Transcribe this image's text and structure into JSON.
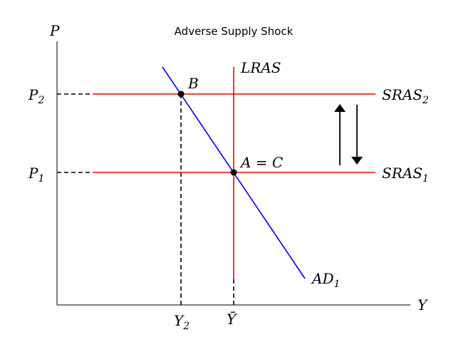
{
  "title": "Adverse Supply Shock",
  "axes": {
    "y_label": "P",
    "x_label": "Y"
  },
  "price_labels": {
    "p2": "P",
    "p2_sub": "2",
    "p1": "P",
    "p1_sub": "1"
  },
  "output_labels": {
    "y2": "Y",
    "y2_sub": "2",
    "ybar": "Ȳ"
  },
  "curves": {
    "lras": "LRAS",
    "sras2": "SRAS",
    "sras2_sub": "2",
    "sras1": "SRAS",
    "sras1_sub": "1",
    "ad1": "AD",
    "ad1_sub": "1"
  },
  "points": {
    "b": "B",
    "ac": "A = C"
  },
  "colors": {
    "supply": "#ff0000",
    "demand": "#0000ff",
    "axis": "#000000"
  }
}
